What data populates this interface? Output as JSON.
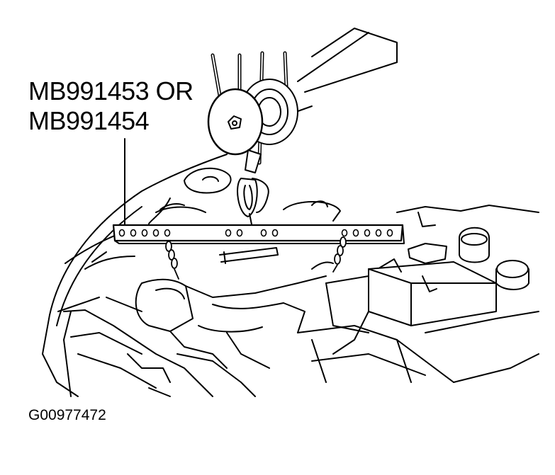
{
  "labels": {
    "part_line_1": "MB991453 OR",
    "part_line_2": "MB991454",
    "figure_id": "G00977472"
  },
  "colors": {
    "ink": "#000000",
    "paper": "#ffffff"
  }
}
